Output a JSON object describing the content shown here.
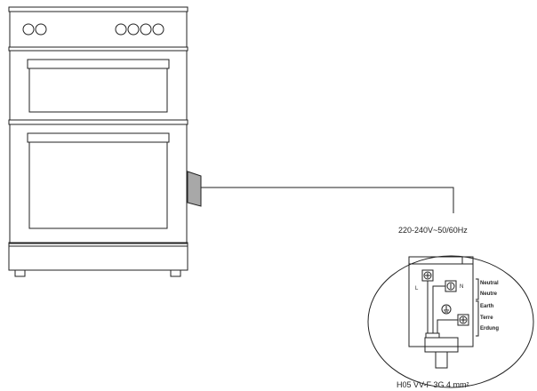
{
  "supply_label": "220-240V~50/60Hz",
  "cable_label": "H05 VV-F 3G 4 mm²",
  "terminals": {
    "live": "L",
    "neutral": "N",
    "neutral_names": [
      "Neutral",
      "Neutre"
    ],
    "earth_names": [
      "Earth",
      "Terre",
      "Erdung"
    ]
  },
  "colors": {
    "line": "#222222",
    "connector": "#a8a8a8"
  }
}
